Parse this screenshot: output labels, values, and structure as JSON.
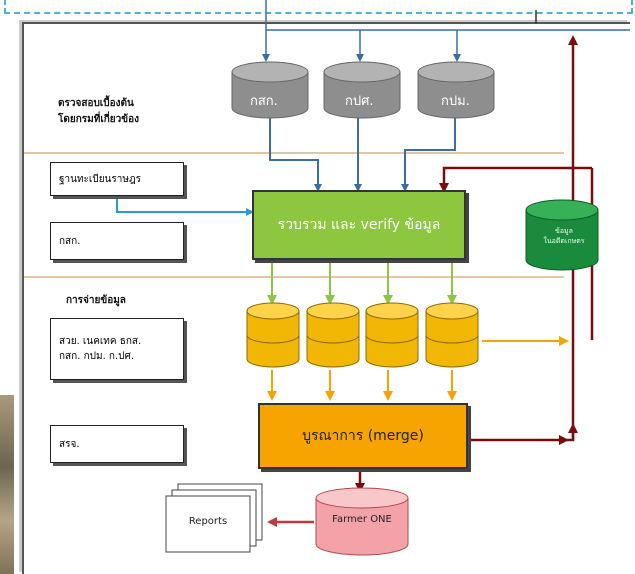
{
  "databases_top": [
    "กสก.",
    "กปศ.",
    "กปม."
  ],
  "side_labels": {
    "check_original": [
      "ตรวจสอบเบื้องต้น",
      "โดยกรมที่เกี่ยวข้อง"
    ],
    "distribution": "การจ่ายข้อมูล"
  },
  "left_boxes": {
    "civil_registry": "ฐานทะเบียนราษฎร",
    "dept": "กสก.",
    "distributors": [
      "สวย. เนคเทค ธกส.",
      "กสก. กปม. ก.ปศ."
    ],
    "src": "สรจ."
  },
  "process_boxes": {
    "collect": "รวบรวม และ verify ข้อมูล",
    "merge": "บูรณาการ (merge)"
  },
  "external_db": [
    "ข้อมูล",
    "ในอดีตเกษตร"
  ],
  "farmer_db": "Farmer ONE",
  "reports": "Reports",
  "colors": {
    "frame_dashed": "#4fb0dc",
    "blue_arrow": "#3a6ea5",
    "dark_red": "#7a0c0c",
    "green_box": "#8dc63f",
    "orange_box": "#f7a400",
    "cylinder_gold": "#f2b705",
    "cylinder_gray": "#9a9a9a",
    "cylinder_green": "#1a8a3c",
    "cylinder_pink": "#f3a3a8"
  }
}
